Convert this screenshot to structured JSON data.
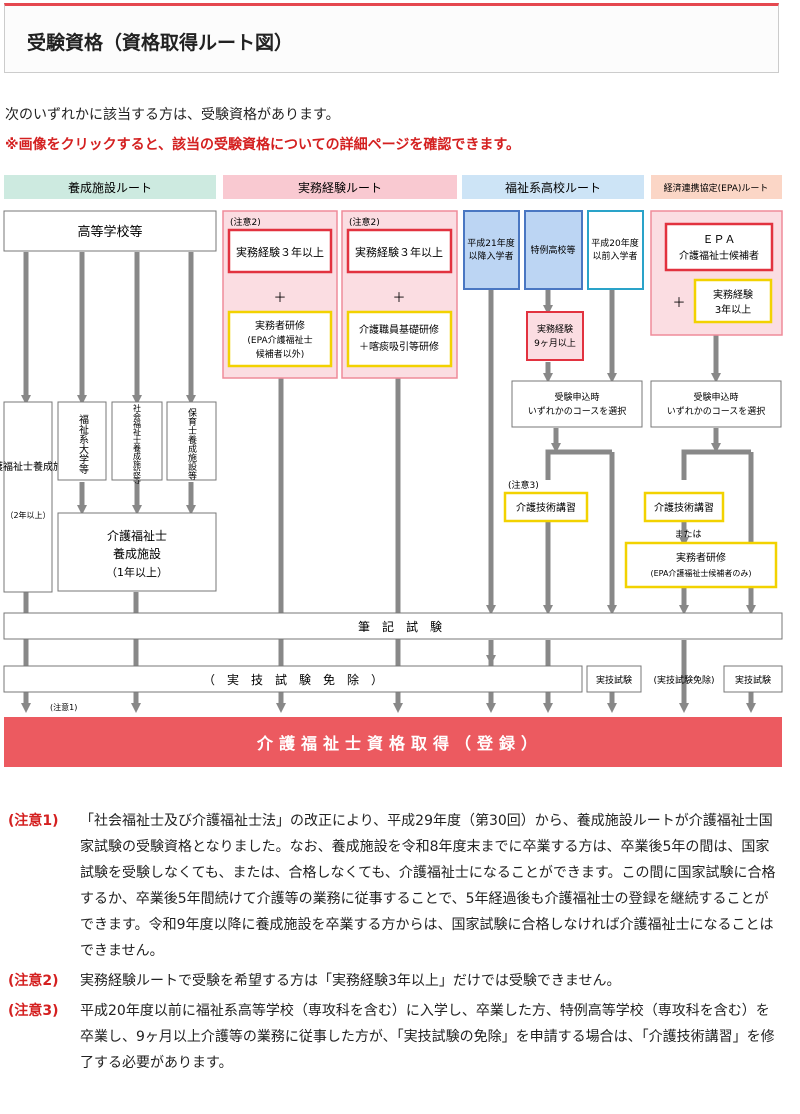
{
  "header": {
    "title": "受験資格（資格取得ルート図）"
  },
  "intro": "次のいずれかに該当する方は、受験資格があります。",
  "warning": "※画像をクリックすると、該当の受験資格についての詳細ページを確認できます。",
  "routes": {
    "yosei": "養成施設ルート",
    "jitsumu": "実務経験ルート",
    "fukushi": "福祉系高校ルート",
    "epa": "経済連携協定(EPA)ルート"
  },
  "boxes": {
    "koto": "高等学校等",
    "chui2": "(注意2)",
    "jitsumu3": "実務経験３年以上",
    "plus": "＋",
    "kenshu_l1": "実務者研修",
    "kenshu_l2": "(EPA介護福祉士",
    "kenshu_l3": "候補者以外)",
    "kiso_l1": "介護職員基礎研修",
    "kiso_l2": "＋喀痰吸引等研修",
    "kaigo_col": "介護福祉士養成施設",
    "kaigo_col_sub": "（2年以上）",
    "daigaku": "福祉系大学等",
    "shakai": "社会福祉士養成施設等",
    "hoiku": "保育士養成施設等",
    "kaigo1_l1": "介護福祉士",
    "kaigo1_l2": "養成施設",
    "kaigo1_l3": "（1年以上）",
    "h21_l1": "平成21年度",
    "h21_l2": "以降入学者",
    "tokurei": "特例高校等",
    "h20_l1": "平成20年度",
    "h20_l2": "以前入学者",
    "jitsumu9_l1": "実務経験",
    "jitsumu9_l2": "9ヶ月以上",
    "moushikomi_l1": "受験申込時",
    "moushikomi_l2": "いずれかのコースを選択",
    "epa_l1": "ＥＰＡ",
    "epa_l2": "介護福祉士候補者",
    "epa_jitsumu_l1": "実務経験",
    "epa_jitsumu_l2": "3年以上",
    "chui3": "(注意3)",
    "gijutsu": "介護技術講習",
    "mataha": "または",
    "epa_kenshu_l1": "実務者研修",
    "epa_kenshu_l2": "(EPA介護福祉士候補者のみ)",
    "hikki": "筆　記　試　験",
    "menjo": "（　実　技　試　験　免　除　）",
    "jitsugi": "実技試験",
    "menjo_small": "(実技試験免除)",
    "chui1": "(注意1)",
    "final": "介護福祉士資格取得（登録）"
  },
  "colors": {
    "yosei": "#cdeae0",
    "jitsumu": "#f9c9d1",
    "fukushi": "#cde4f6",
    "epa": "#fbd6c6",
    "arrow": "#888888",
    "red_frame": "#e2323f",
    "yellow_frame": "#f2d200",
    "final_bar": "#ec5a60"
  },
  "notes": [
    {
      "tag": "(注意1)",
      "text": "「社会福祉士及び介護福祉士法」の改正により、平成29年度（第30回）から、養成施設ルートが介護福祉士国家試験の受験資格となりました。なお、養成施設を令和8年度末までに卒業する方は、卒業後5年の間は、国家試験を受験しなくても、または、合格しなくても、介護福祉士になることができます。この間に国家試験に合格するか、卒業後5年間続けて介護等の業務に従事することで、5年経過後も介護福祉士の登録を継続することができます。令和9年度以降に養成施設を卒業する方からは、国家試験に合格しなければ介護福祉士になることはできません。"
    },
    {
      "tag": "(注意2)",
      "text": "実務経験ルートで受験を希望する方は「実務経験3年以上」だけでは受験できません。"
    },
    {
      "tag": "(注意3)",
      "text": "平成20年度以前に福祉系高等学校（専攻科を含む）に入学し、卒業した方、特例高等学校（専攻科を含む）を卒業し、9ヶ月以上介護等の業務に従事した方が、「実技試験の免除」を申請する場合は、「介護技術講習」を修了する必要があります。"
    }
  ]
}
